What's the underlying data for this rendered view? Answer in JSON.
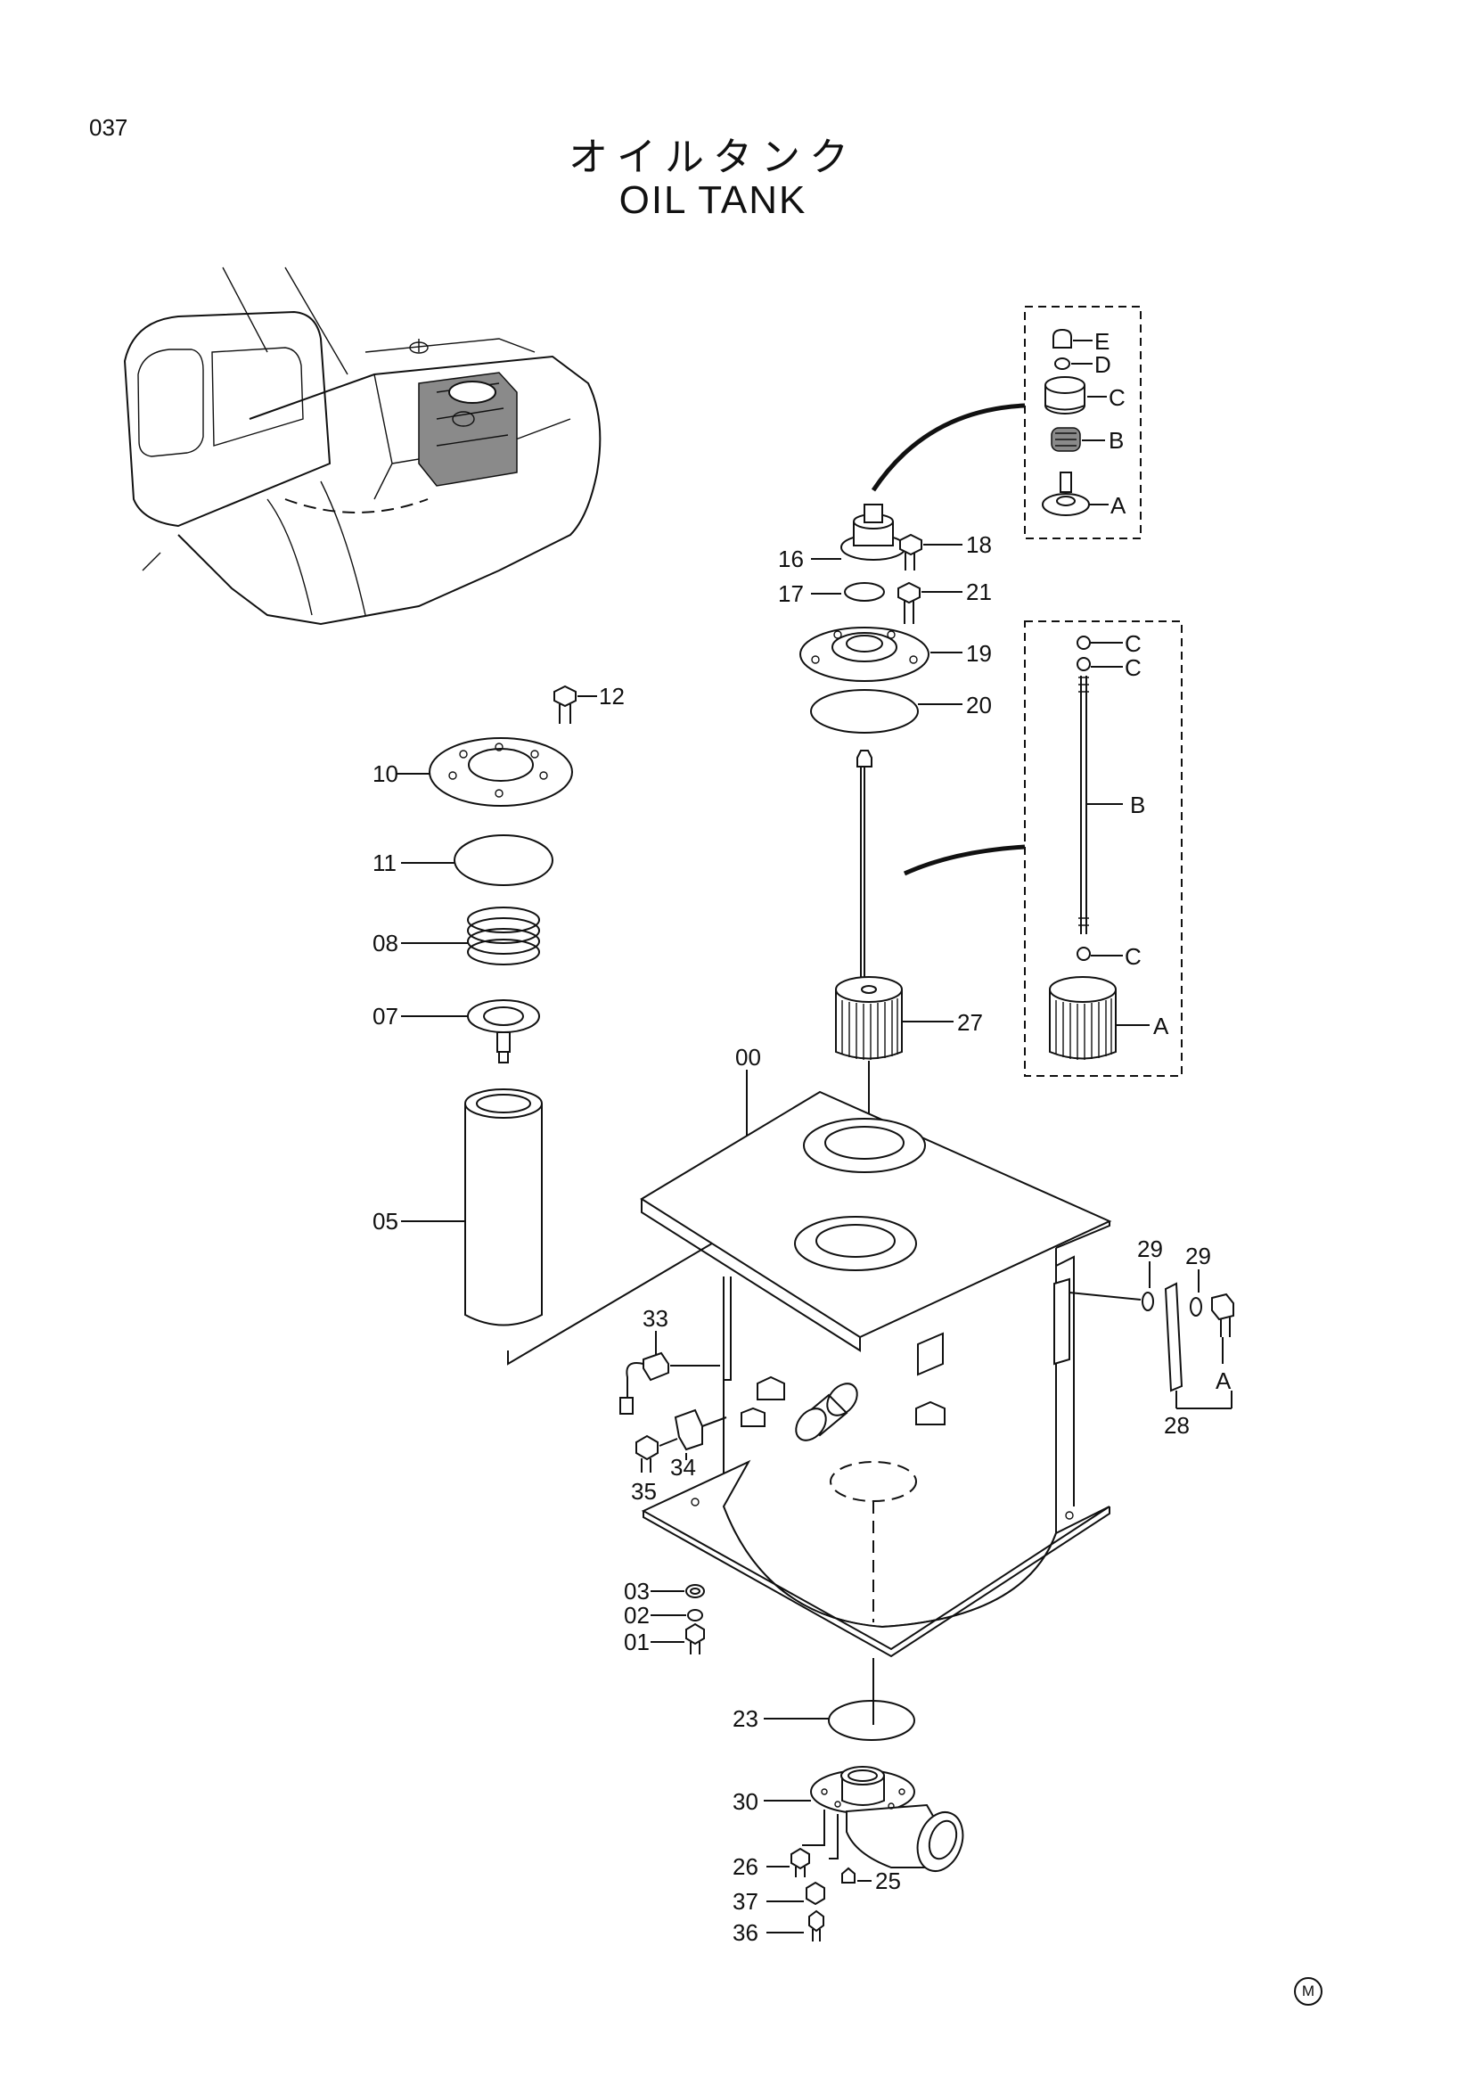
{
  "page": {
    "number": "037",
    "title_jp": "オイルタンク",
    "title_en": "OIL TANK",
    "mark": "M"
  },
  "callouts": {
    "c00": "00",
    "c01": "01",
    "c02": "02",
    "c03": "03",
    "c05": "05",
    "c07": "07",
    "c08": "08",
    "c10": "10",
    "c11": "11",
    "c12": "12",
    "c16": "16",
    "c17": "17",
    "c18": "18",
    "c19": "19",
    "c20": "20",
    "c21": "21",
    "c23": "23",
    "c25": "25",
    "c26": "26",
    "c27": "27",
    "c28": "28",
    "c29a": "29",
    "c29b": "29",
    "c30": "30",
    "c33": "33",
    "c34": "34",
    "c35": "35",
    "c36": "36",
    "c37": "37",
    "cA": "A"
  },
  "detail_breather": {
    "E": "E",
    "D": "D",
    "C": "C",
    "B": "B",
    "A": "A"
  },
  "detail_strainer": {
    "C1": "C",
    "C2": "C",
    "B": "B",
    "C3": "C",
    "A": "A"
  }
}
